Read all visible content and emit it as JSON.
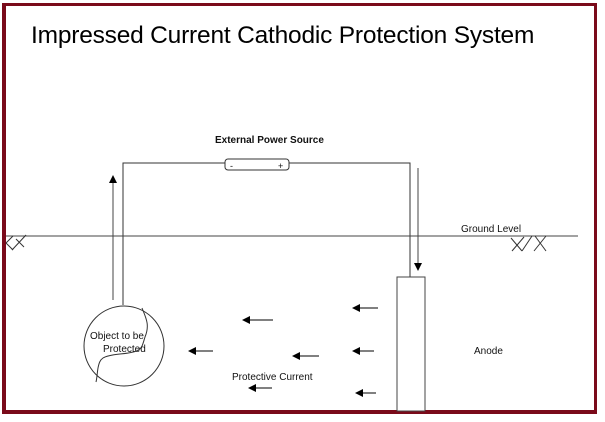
{
  "title": "Impressed Current Cathodic Protection System",
  "labels": {
    "power_source": "External Power Source",
    "negative": "-",
    "positive": "+",
    "ground_level": "Ground Level",
    "object_line1": "Object to be",
    "object_line2": "Protected",
    "protective_current": "Protective Current",
    "anode": "Anode"
  },
  "colors": {
    "frame": "#7a0a1a",
    "line": "#333333",
    "text": "#111111"
  }
}
